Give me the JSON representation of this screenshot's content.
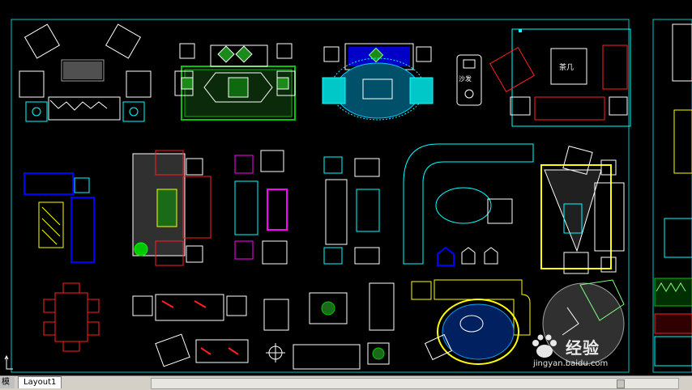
{
  "window": {
    "app": "AutoCAD drawing: furniture plan blocks"
  },
  "drawing": {
    "labels": {
      "sofa_text": "沙发",
      "table_text": "茶几"
    },
    "colors": {
      "background": "#000000",
      "border": "#00c8c8",
      "white": "#ffffff",
      "yellow": "#ffff00",
      "green": "#00c800",
      "cyan": "#00ffff",
      "blue": "#0000ff",
      "red": "#ff2020",
      "magenta": "#ff00ff",
      "grey": "#a0a0a0",
      "lightgreen": "#80ff80"
    }
  },
  "tabs": [
    {
      "label": "模型",
      "active": false
    },
    {
      "label": "Layout1",
      "active": true
    }
  ],
  "watermark": {
    "brand": "经验",
    "url": "jingyan.baidu.com"
  },
  "icons": {
    "ucs": "ucs-axis-icon",
    "paw": "baidu-paw-icon"
  }
}
